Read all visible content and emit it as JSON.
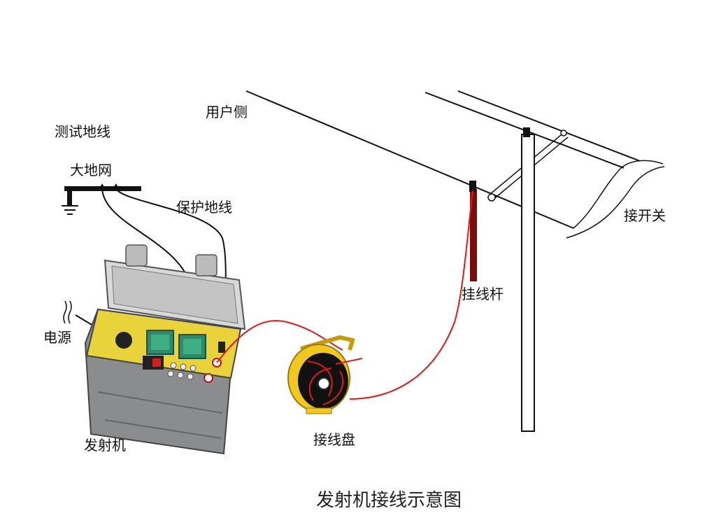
{
  "labels": {
    "test_ground_wire": "测试地线",
    "earth_grid": "大地网",
    "protective_ground_wire": "保护地线",
    "user_side": "用户侧",
    "power_supply": "电源",
    "transmitter": "发射机",
    "cable_reel": "接线盘",
    "hanging_rod": "挂线杆",
    "switch": "接开关"
  },
  "caption": "发射机接线示意图",
  "colors": {
    "panel_yellow": "#e8d43a",
    "case_gray": "#8a8c8e",
    "reel_yellow": "#f0c81e",
    "signal_red": "#e01818",
    "rod_dark_red": "#7a0c0c",
    "display_green": "#2e8b6a"
  }
}
